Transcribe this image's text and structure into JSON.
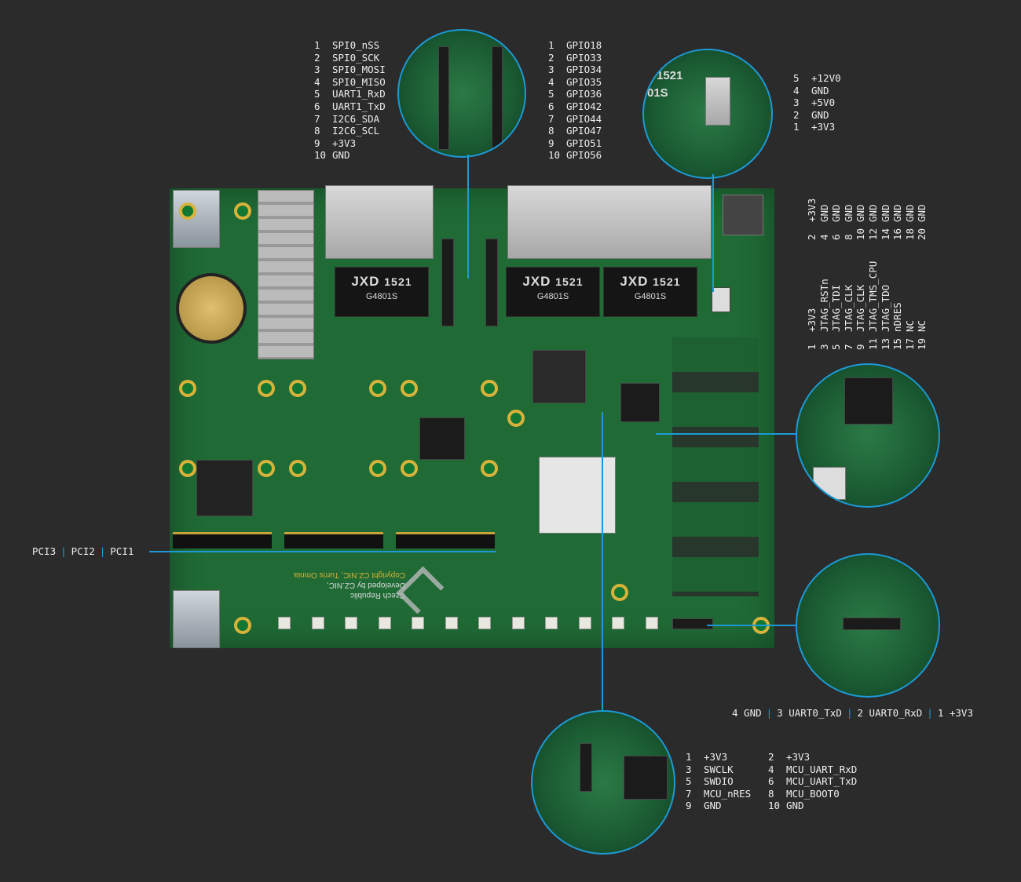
{
  "header_left": [
    {
      "n": "1",
      "label": "SPI0_nSS"
    },
    {
      "n": "2",
      "label": "SPI0_SCK"
    },
    {
      "n": "3",
      "label": "SPI0_MOSI"
    },
    {
      "n": "4",
      "label": "SPI0_MISO"
    },
    {
      "n": "5",
      "label": "UART1_RxD"
    },
    {
      "n": "6",
      "label": "UART1_TxD"
    },
    {
      "n": "7",
      "label": "I2C6_SDA"
    },
    {
      "n": "8",
      "label": "I2C6_SCL"
    },
    {
      "n": "9",
      "label": "+3V3"
    },
    {
      "n": "10",
      "label": "GND"
    }
  ],
  "header_right": [
    {
      "n": "1",
      "label": "GPIO18"
    },
    {
      "n": "2",
      "label": "GPIO33"
    },
    {
      "n": "3",
      "label": "GPIO34"
    },
    {
      "n": "4",
      "label": "GPIO35"
    },
    {
      "n": "5",
      "label": "GPIO36"
    },
    {
      "n": "6",
      "label": "GPIO42"
    },
    {
      "n": "7",
      "label": "GPIO44"
    },
    {
      "n": "8",
      "label": "GPIO47"
    },
    {
      "n": "9",
      "label": "GPIO51"
    },
    {
      "n": "10",
      "label": "GPIO56"
    }
  ],
  "power_connector": [
    {
      "n": "5",
      "label": "+12V0"
    },
    {
      "n": "4",
      "label": "GND"
    },
    {
      "n": "3",
      "label": "+5V0"
    },
    {
      "n": "2",
      "label": "GND"
    },
    {
      "n": "1",
      "label": "+3V3"
    }
  ],
  "jtag_odd": [
    {
      "n": "1",
      "label": "+3V3"
    },
    {
      "n": "3",
      "label": "JTAG_RSTn"
    },
    {
      "n": "5",
      "label": "JTAG_TDI"
    },
    {
      "n": "7",
      "label": "JTAG_CLK"
    },
    {
      "n": "9",
      "label": "JTAG_CLK"
    },
    {
      "n": "11",
      "label": "JTAG_TMS_CPU"
    },
    {
      "n": "13",
      "label": "JTAG_TDO"
    },
    {
      "n": "15",
      "label": "nDRES"
    },
    {
      "n": "17",
      "label": "NC"
    },
    {
      "n": "19",
      "label": "NC"
    }
  ],
  "jtag_even": [
    {
      "n": "2",
      "label": "+3V3"
    },
    {
      "n": "4",
      "label": "GND"
    },
    {
      "n": "6",
      "label": "GND"
    },
    {
      "n": "8",
      "label": "GND"
    },
    {
      "n": "10",
      "label": "GND"
    },
    {
      "n": "12",
      "label": "GND"
    },
    {
      "n": "14",
      "label": "GND"
    },
    {
      "n": "16",
      "label": "GND"
    },
    {
      "n": "18",
      "label": "GND"
    },
    {
      "n": "20",
      "label": "GND"
    }
  ],
  "pci_slots": [
    "PCI3",
    "PCI2",
    "PCI1"
  ],
  "uart": [
    "4 GND",
    "3 UART0_TxD",
    "2 UART0_RxD",
    "1 +3V3"
  ],
  "mcu_odd": [
    {
      "n": "1",
      "label": "+3V3"
    },
    {
      "n": "3",
      "label": "SWCLK"
    },
    {
      "n": "5",
      "label": "SWDIO"
    },
    {
      "n": "7",
      "label": "MCU_nRES"
    },
    {
      "n": "9",
      "label": "GND"
    }
  ],
  "mcu_even": [
    {
      "n": "2",
      "label": "+3V3"
    },
    {
      "n": "4",
      "label": "MCU_UART_RxD"
    },
    {
      "n": "6",
      "label": "MCU_UART_TxD"
    },
    {
      "n": "8",
      "label": "MCU_BOOT0"
    },
    {
      "n": "10",
      "label": "GND"
    }
  ],
  "board": {
    "magnetics": [
      {
        "brand": "JXD",
        "num": "1521",
        "part": "G4801S"
      },
      {
        "brand": "JXD",
        "num": "1521",
        "part": "G4801S"
      },
      {
        "brand": "JXD",
        "num": "1521",
        "part": "G4801S"
      }
    ],
    "silkscreen": [
      "Czech Republic",
      "Developed by CZ.NIC,",
      "Copyright CZ.NIC, Turris Omnia"
    ],
    "zoom_power_text": [
      "1521",
      "01S"
    ]
  },
  "colors": {
    "accent": "#1c9ad6",
    "background": "#2b2b2b",
    "pcb": "#1f6a35"
  }
}
